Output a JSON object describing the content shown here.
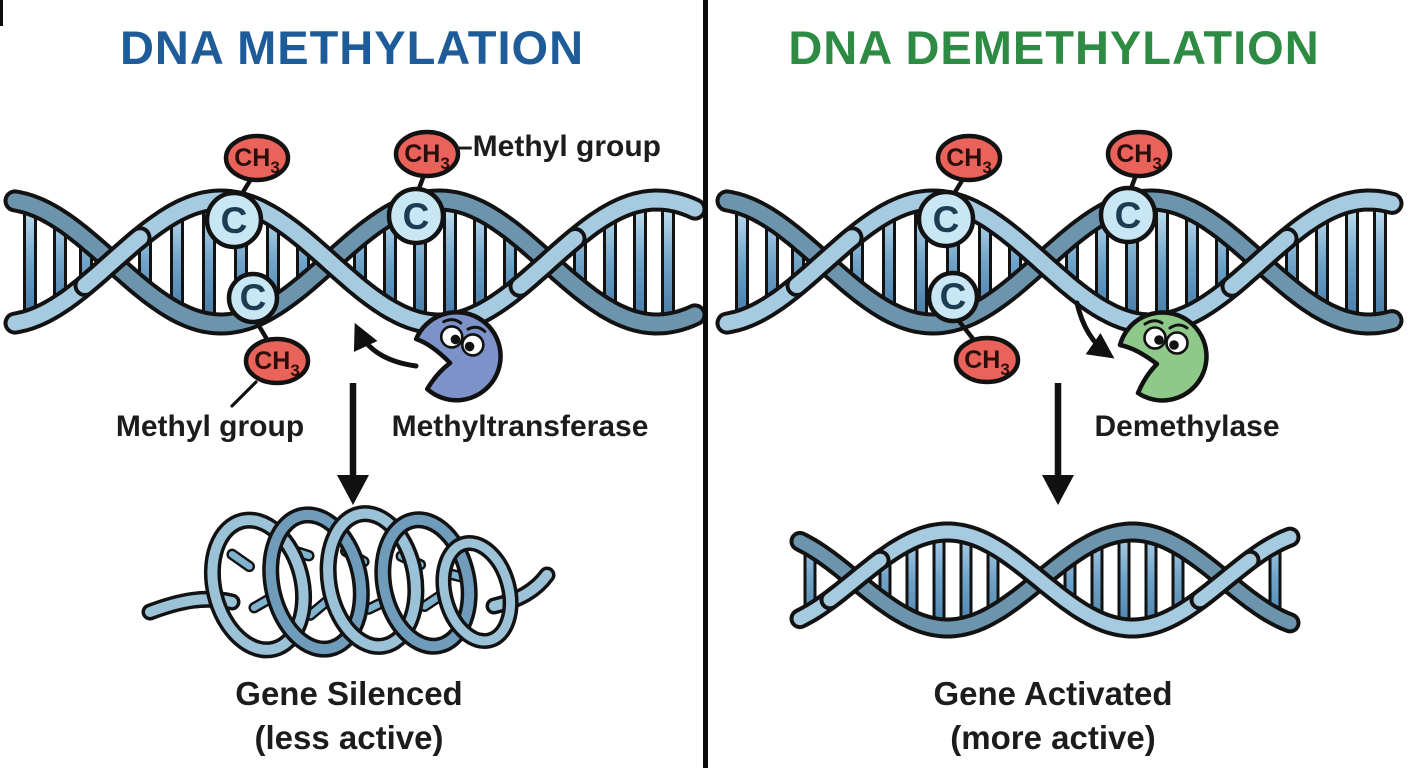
{
  "left_panel": {
    "title": "DNA METHYLATION",
    "labels": {
      "methyl_group_top": "–Methyl group",
      "methyl_group_bottom": "Methyl group",
      "enzyme": "Methyltransferase"
    },
    "result_line1": "Gene Silenced",
    "result_line2": "(less active)"
  },
  "right_panel": {
    "title": "DNA DEMETHYLATION",
    "labels": {
      "enzyme": "Demethylase"
    },
    "result_line1": "Gene Activated",
    "result_line2": "(more active)"
  },
  "molecule": {
    "methyl": "CH",
    "methyl_subscript": "3",
    "cytosine": "C"
  },
  "colors": {
    "title_left": "#1d5c99",
    "title_right": "#2e8b44",
    "methyl_badge": "#ea635a",
    "methyl_badge_text": "#2b0f0c",
    "cytosine_badge": "#c9e6f5",
    "cytosine_badge_text": "#1d3c52",
    "strand_light": "#a6cadf",
    "strand_dark": "#6d94ad",
    "coil_light": "#9cc2d8",
    "coil_dark": "#6f9cba",
    "rung_fill": "#7fb3d0",
    "methyltransferase_enzyme": "#7d92c9",
    "demethylase_enzyme": "#8fc98a",
    "outline": "#121212",
    "text": "#1c1c1b"
  }
}
